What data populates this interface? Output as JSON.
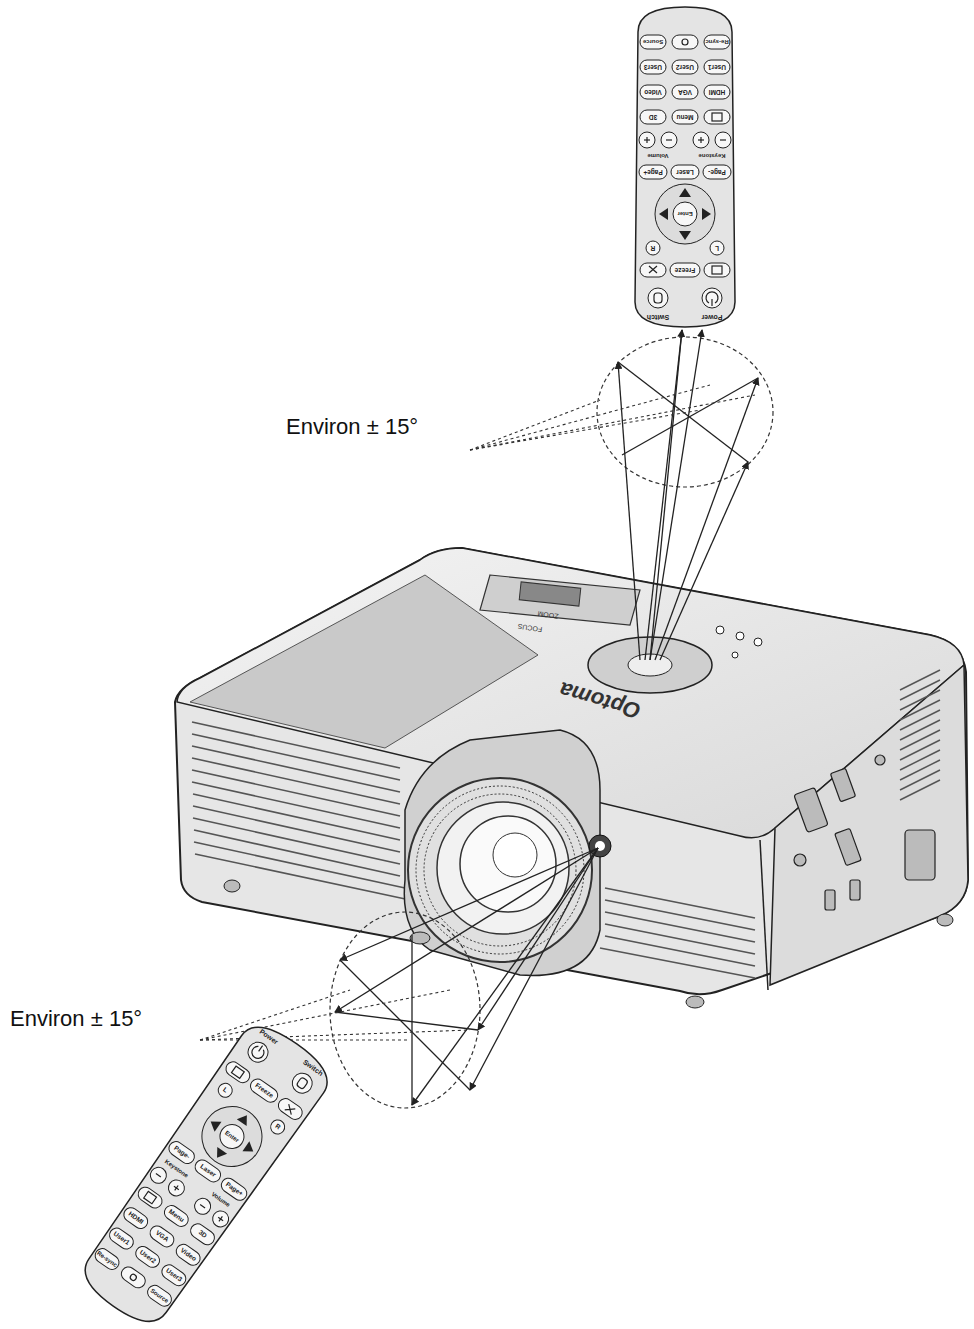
{
  "diagram": {
    "labels": [
      "Environ ± 15°",
      "Environ ± 15°",
      "Optoma",
      "ZOOM",
      "FOCUS",
      "Power",
      "Switch",
      "Freeze",
      "L",
      "R",
      "Enter",
      "Page-",
      "Laser",
      "Page+",
      "Keystone",
      "Volume",
      "Menu",
      "3D",
      "HDMI",
      "VGA",
      "Video",
      "User1",
      "User2",
      "User3",
      "Re-sync",
      "Source",
      "Power",
      "Switch",
      "Freeze",
      "L",
      "R",
      "Enter",
      "Page-",
      "Laser",
      "Page+",
      "Keystone",
      "Volume",
      "Menu",
      "3D",
      "HDMI",
      "VGA",
      "Video",
      "User1",
      "User2",
      "User3",
      "Re-sync",
      "Source"
    ]
  }
}
